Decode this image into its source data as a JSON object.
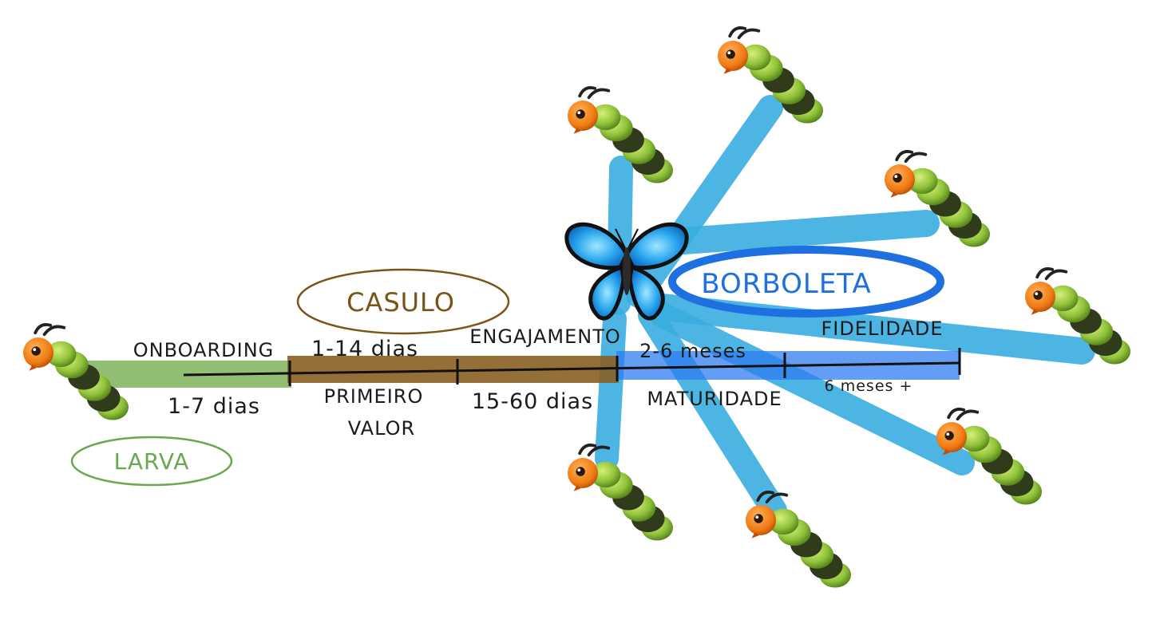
{
  "stages": {
    "larva": {
      "label": "LARVA",
      "color": "#6aa84f"
    },
    "casulo": {
      "label": "CASULO",
      "color": "#7a5417"
    },
    "borboleta": {
      "label": "BORBOLETA",
      "color": "#1e6fe0"
    }
  },
  "timeline": {
    "onboarding": "ONBOARDING",
    "onboarding_time": "1-7 dias",
    "primeiro_valor_line1": "PRIMEIRO",
    "primeiro_valor_line2": "VALOR",
    "primeiro_valor_time": "1-14 dias",
    "engajamento": "ENGAJAMENTO",
    "engajamento_time": "15-60 dias",
    "maturidade": "MATURIDADE",
    "maturidade_time": "2-6 meses",
    "fidelidade": "FIDELIDADE",
    "fidelidade_time": "6 meses +"
  },
  "colors": {
    "larva_band": "#7fb35a",
    "casulo_band": "#8a5f22",
    "borboleta_band": "#2f7cf0",
    "spoke": "#3aaee0",
    "axis": "#111111"
  },
  "icons": {
    "caterpillar": "caterpillar-icon",
    "butterfly": "butterfly-icon"
  }
}
